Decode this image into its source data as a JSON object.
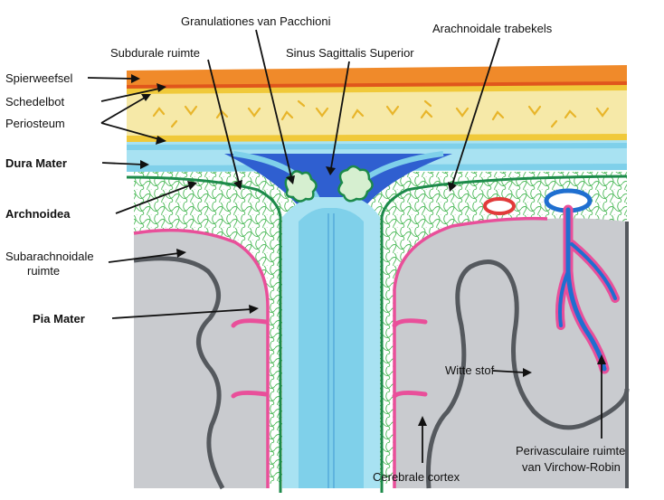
{
  "labels": {
    "spierweefsel": "Spierweefsel",
    "schedelbot": "Schedelbot",
    "periosteum": "Periosteum",
    "dura_mater": "Dura Mater",
    "archnoidea": "Archnoidea",
    "subarachnoidale_1": "Subarachnoidale",
    "subarachnoidale_2": "ruimte",
    "pia_mater": "Pia Mater",
    "subdurale": "Subdurale ruimte",
    "granulationes": "Granulationes van Pacchioni",
    "sinus": "Sinus Sagittalis Superior",
    "trabekels": "Arachnoidale trabekels",
    "witte_stof": "Witte stof",
    "perivasculaire_1": "Perivasculaire ruimte",
    "perivasculaire_2": "van Virchow-Robin",
    "cortex": "Cerebrale cortex"
  },
  "colors": {
    "muscle": "#f08a2a",
    "muscle_edge": "#e0561c",
    "bone": "#f6e9a8",
    "bone_edge": "#e8b52a",
    "dura": "#a8e2f2",
    "dura_dark": "#3a7bd5",
    "sinus": "#2f5fd0",
    "arachnoid_line": "#1d8a4a",
    "mesh": "#3cb34a",
    "brain": "#c9cbcf",
    "brain_edge": "#55595e",
    "pia": "#e94f9a",
    "vessel_red": "#e23a3a",
    "vessel_blue": "#1f6fd0"
  }
}
